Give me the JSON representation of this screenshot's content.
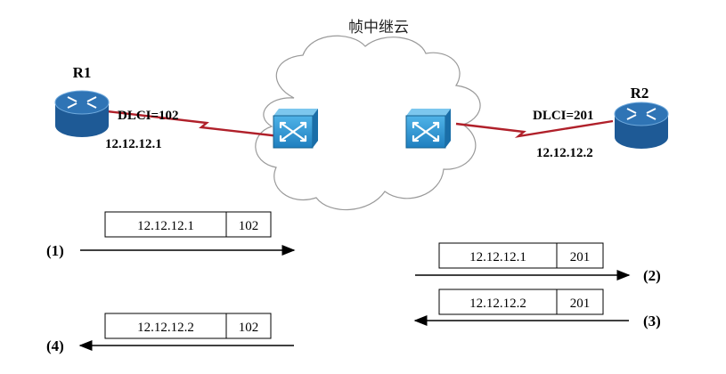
{
  "cloud_label": "帧中继云",
  "routers": {
    "r1": {
      "name": "R1",
      "dlci": "DLCI=102",
      "ip": "12.12.12.1"
    },
    "r2": {
      "name": "R2",
      "dlci": "DLCI=201",
      "ip": "12.12.12.2"
    }
  },
  "steps": [
    {
      "label": "(1)",
      "direction": "right",
      "frame_ip": "12.12.12.1",
      "frame_dlci": "102"
    },
    {
      "label": "(2)",
      "direction": "right",
      "frame_ip": "12.12.12.1",
      "frame_dlci": "201"
    },
    {
      "label": "(3)",
      "direction": "left",
      "frame_ip": "12.12.12.2",
      "frame_dlci": "201"
    },
    {
      "label": "(4)",
      "direction": "left",
      "frame_ip": "12.12.12.2",
      "frame_dlci": "102"
    }
  ],
  "colors": {
    "link": "#b0202a",
    "router_top": "#2f74b5",
    "router_side": "#1e5a96",
    "switch": "#2a8fcf",
    "cloud_stroke": "#9a9a9a",
    "cloud_fill": "#ffffff"
  },
  "icons": {
    "router": "router-icon",
    "switch": "frame-relay-switch-icon",
    "cloud": "cloud-icon"
  }
}
